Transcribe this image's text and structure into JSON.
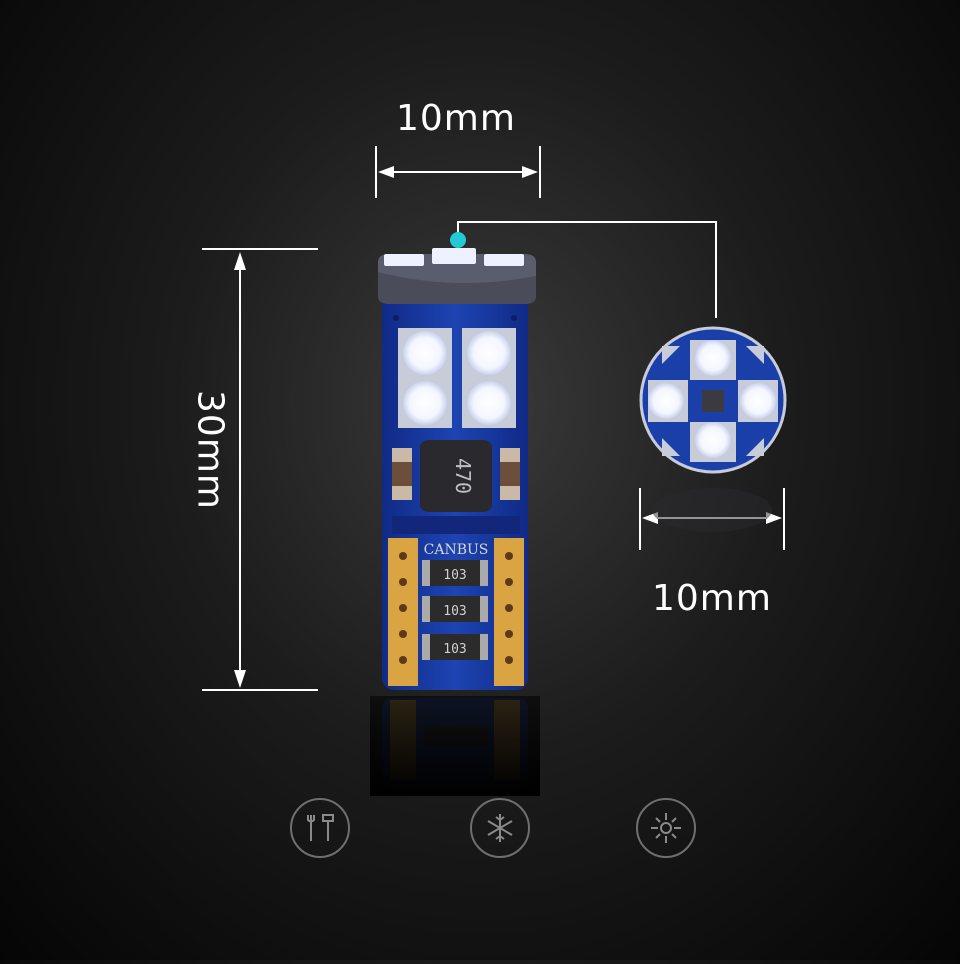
{
  "dimensions": {
    "top_width": "10mm",
    "left_height": "30mm",
    "right_diameter": "10mm"
  },
  "bulb": {
    "label_canbus": "CANBUS",
    "inductor_code": "470",
    "resistor_codes": [
      "103",
      "103",
      "103"
    ]
  },
  "features": [
    {
      "icon": "tools-icon"
    },
    {
      "icon": "snowflake-icon"
    },
    {
      "icon": "sun-icon"
    }
  ],
  "colors": {
    "pcb_blue": "#1b3fa8",
    "pcb_dark": "#12267a",
    "gold": "#d9a441",
    "led_white": "#f4f6ff",
    "accent_cyan": "#22c9d6",
    "background": "#141414"
  }
}
